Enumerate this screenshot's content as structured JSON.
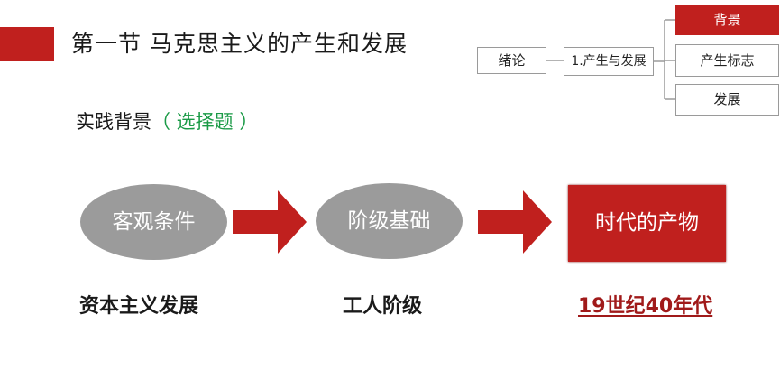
{
  "header": {
    "title": "第一节 马克思主义的产生和发展"
  },
  "nav": {
    "intro": "绪论",
    "origin": "1.产生与发展",
    "items": [
      {
        "label": "背景",
        "active": true
      },
      {
        "label": "产生标志",
        "active": false
      },
      {
        "label": "发展",
        "active": false
      }
    ]
  },
  "subtitle": {
    "text": "实践背景",
    "tag": "（ 选择题 ）"
  },
  "flow": {
    "step1": "客观条件",
    "step2": "阶级基础",
    "step3": "时代的产物",
    "caption1": "资本主义发展",
    "caption2": "工人阶级",
    "caption3": "19世纪40年代"
  },
  "colors": {
    "accent_red": "#c0201e",
    "ellipse_gray": "#9b9b9b",
    "tag_green": "#1a9a46"
  }
}
